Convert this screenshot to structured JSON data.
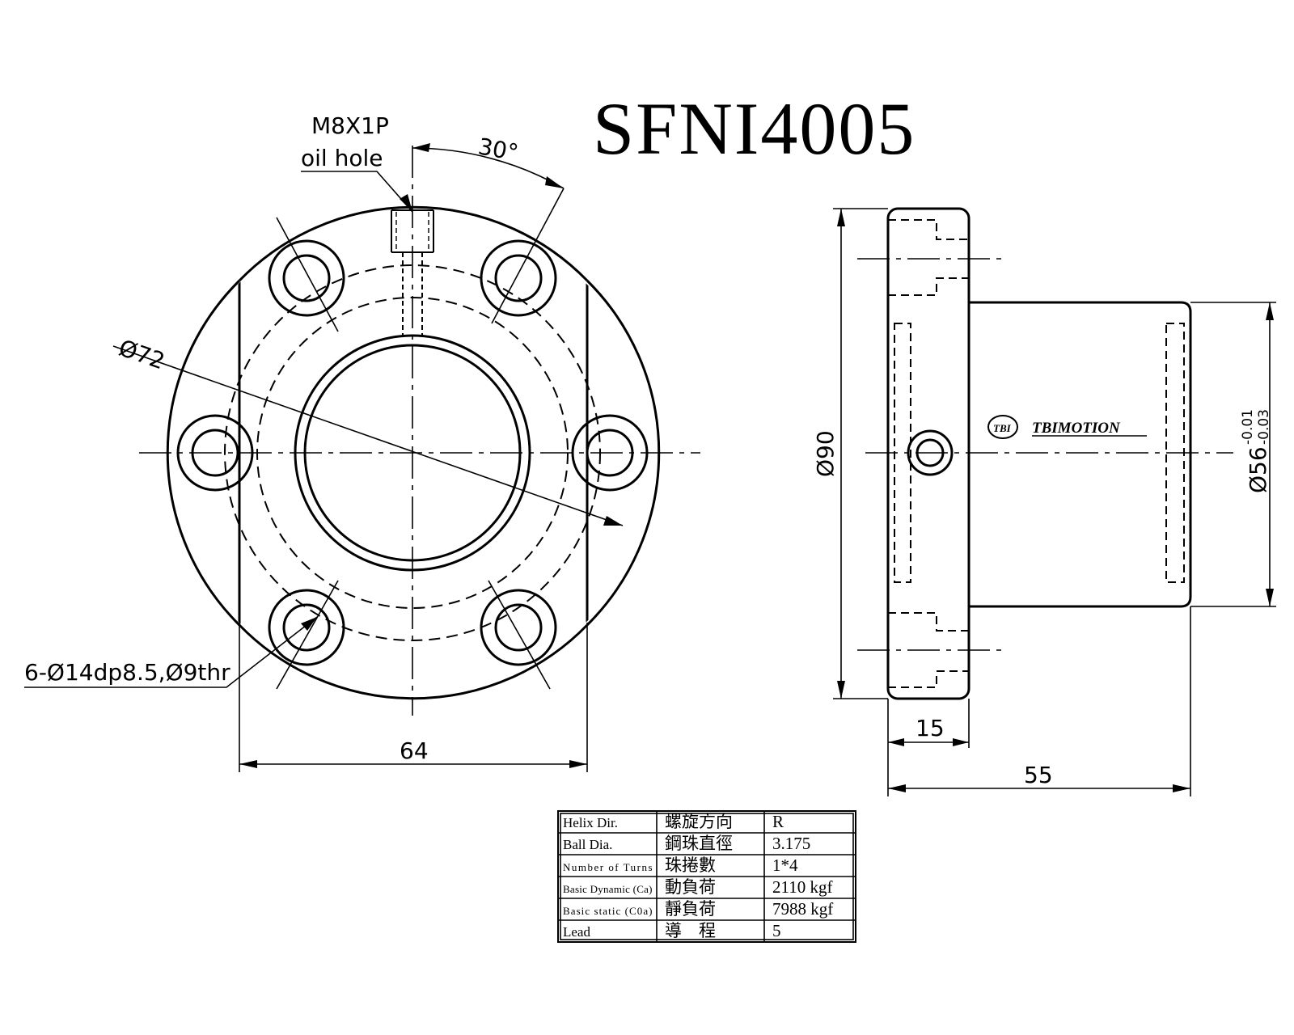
{
  "title": "SFNI4005",
  "annotations": {
    "oil_hole_spec": "M8X1P",
    "oil_hole_label": "oil hole",
    "angle": "30°",
    "pcd": "Ø72",
    "holes": "6-Ø14dp8.5,Ø9thr",
    "bolt_span": "64",
    "flange_od": "Ø90",
    "flange_thickness": "15",
    "total_length": "55",
    "body_od": "Ø56",
    "body_tol_upper": "-0.01",
    "body_tol_lower": "-0.03"
  },
  "logo": {
    "badge": "TBI",
    "text": "TBIMOTION"
  },
  "spec_table": [
    {
      "en": "Helix  Dir.",
      "zh": "螺旋方向",
      "value": "R"
    },
    {
      "en": "Ball Dia.",
      "zh": "鋼珠直徑",
      "value": "3.175"
    },
    {
      "en": "Number of Turns",
      "zh": "珠捲數",
      "value": "1*4"
    },
    {
      "en": "Basic Dynamic (Ca)",
      "zh": "動負荷",
      "value": "2110  kgf"
    },
    {
      "en": "Basic static (C0a)",
      "zh": "靜負荷",
      "value": "7988  kgf"
    },
    {
      "en": "Lead",
      "zh": "導　程",
      "value": "5"
    }
  ]
}
